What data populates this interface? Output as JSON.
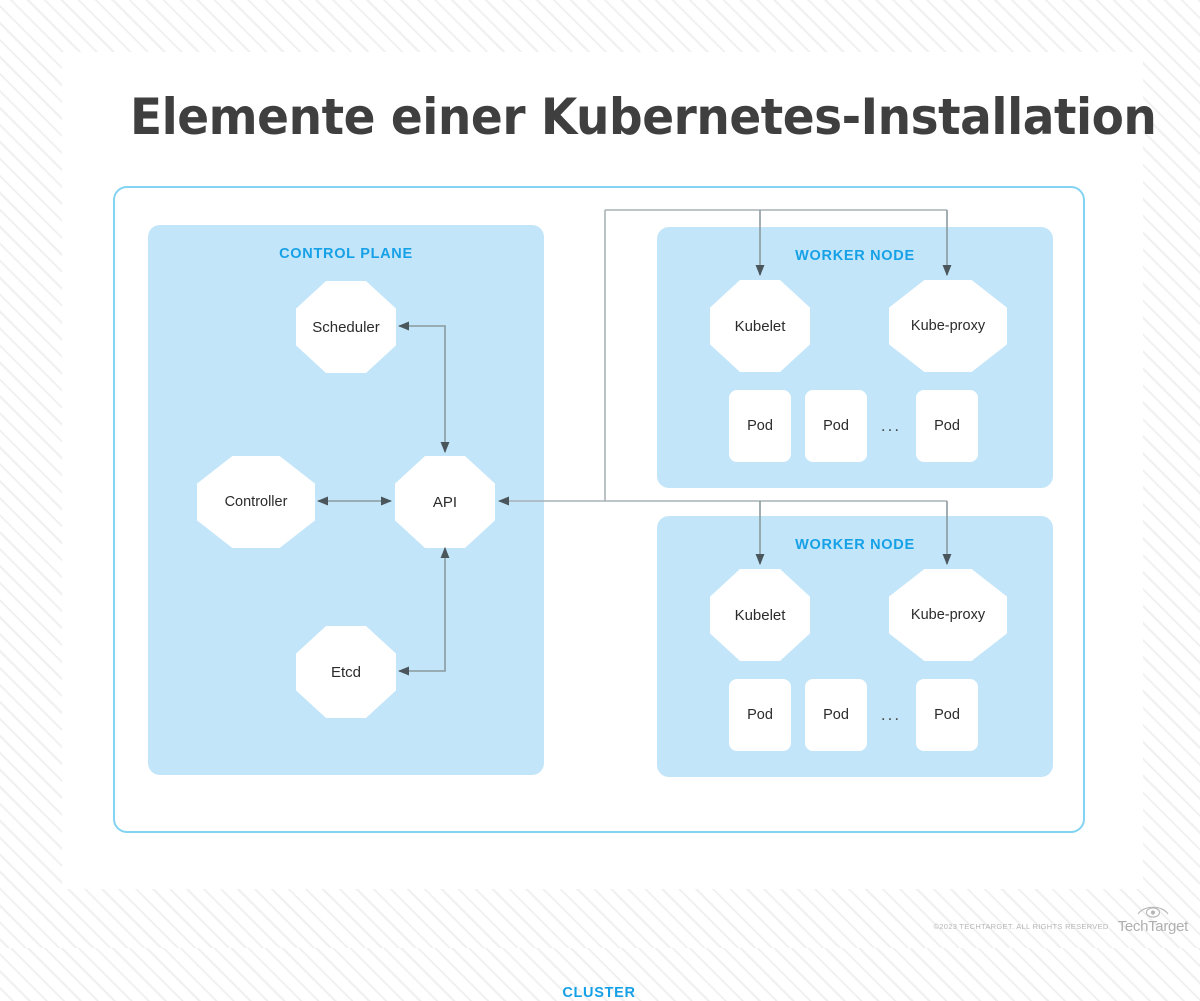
{
  "page": {
    "title": "Elemente einer Kubernetes-Installation"
  },
  "colors": {
    "panel_fill": "#c2e5f9",
    "label_blue": "#16a1e7",
    "cluster_border": "#83d3f2",
    "node_fill": "#ffffff",
    "title_gray": "#3f3f3f",
    "connector_gray": "#8a9a9e"
  },
  "diagram": {
    "cluster_label": "CLUSTER",
    "control_plane": {
      "label": "CONTROL PLANE",
      "nodes": [
        {
          "id": "scheduler",
          "label": "Scheduler"
        },
        {
          "id": "controller",
          "label": "Controller"
        },
        {
          "id": "api",
          "label": "API"
        },
        {
          "id": "etcd",
          "label": "Etcd"
        }
      ]
    },
    "worker_nodes": [
      {
        "label": "WORKER NODE",
        "nodes": [
          {
            "id": "kubelet",
            "label": "Kubelet"
          },
          {
            "id": "kube-proxy",
            "label": "Kube-proxy"
          }
        ],
        "pods": [
          "Pod",
          "Pod",
          "Pod"
        ],
        "pod_ellipsis": "..."
      },
      {
        "label": "WORKER NODE",
        "nodes": [
          {
            "id": "kubelet",
            "label": "Kubelet"
          },
          {
            "id": "kube-proxy",
            "label": "Kube-proxy"
          }
        ],
        "pods": [
          "Pod",
          "Pod",
          "Pod"
        ],
        "pod_ellipsis": "..."
      }
    ],
    "connections": [
      {
        "from": "api",
        "to": "scheduler",
        "direction": "bidirectional"
      },
      {
        "from": "api",
        "to": "controller",
        "direction": "bidirectional"
      },
      {
        "from": "api",
        "to": "etcd",
        "direction": "bidirectional"
      },
      {
        "from": "api",
        "to": "worker-node-1-kubelet",
        "direction": "to"
      },
      {
        "from": "api",
        "to": "worker-node-1-kube-proxy",
        "direction": "to"
      },
      {
        "from": "api",
        "to": "worker-node-2-kubelet",
        "direction": "to"
      },
      {
        "from": "api",
        "to": "worker-node-2-kube-proxy",
        "direction": "to"
      }
    ]
  },
  "footer": {
    "copyright": "©2023 TECHTARGET. ALL RIGHTS RESERVED",
    "brand": "TechTarget"
  }
}
